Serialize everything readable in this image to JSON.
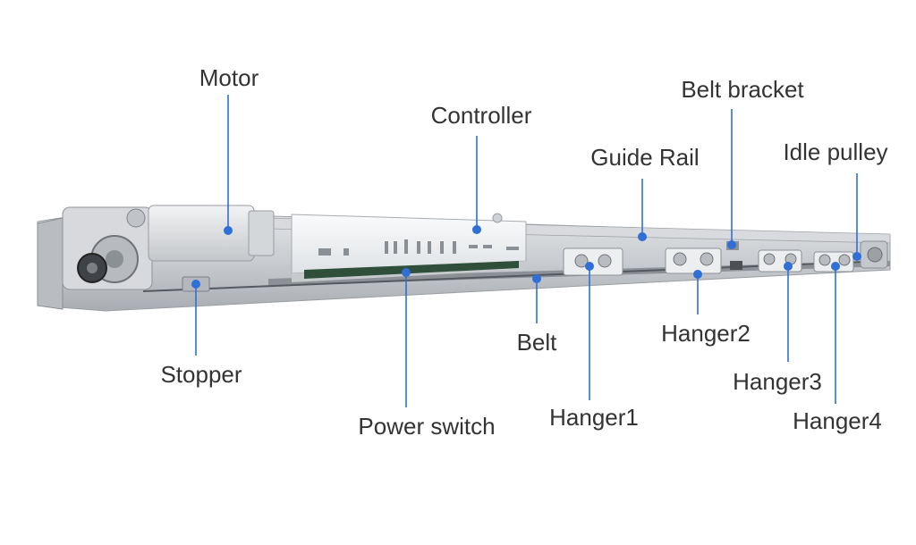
{
  "labels": {
    "motor": "Motor",
    "controller": "Controller",
    "belt_bracket": "Belt bracket",
    "guide_rail": "Guide Rail",
    "idle_pulley": "Idle pulley",
    "stopper": "Stopper",
    "power_switch": "Power switch",
    "belt": "Belt",
    "hanger1": "Hanger1",
    "hanger2": "Hanger2",
    "hanger3": "Hanger3",
    "hanger4": "Hanger4"
  },
  "colors": {
    "leader": "#2f6fd6",
    "label_text": "#333333",
    "rail_body": "#c9ccd0",
    "controller_body": "#eef0f2"
  }
}
